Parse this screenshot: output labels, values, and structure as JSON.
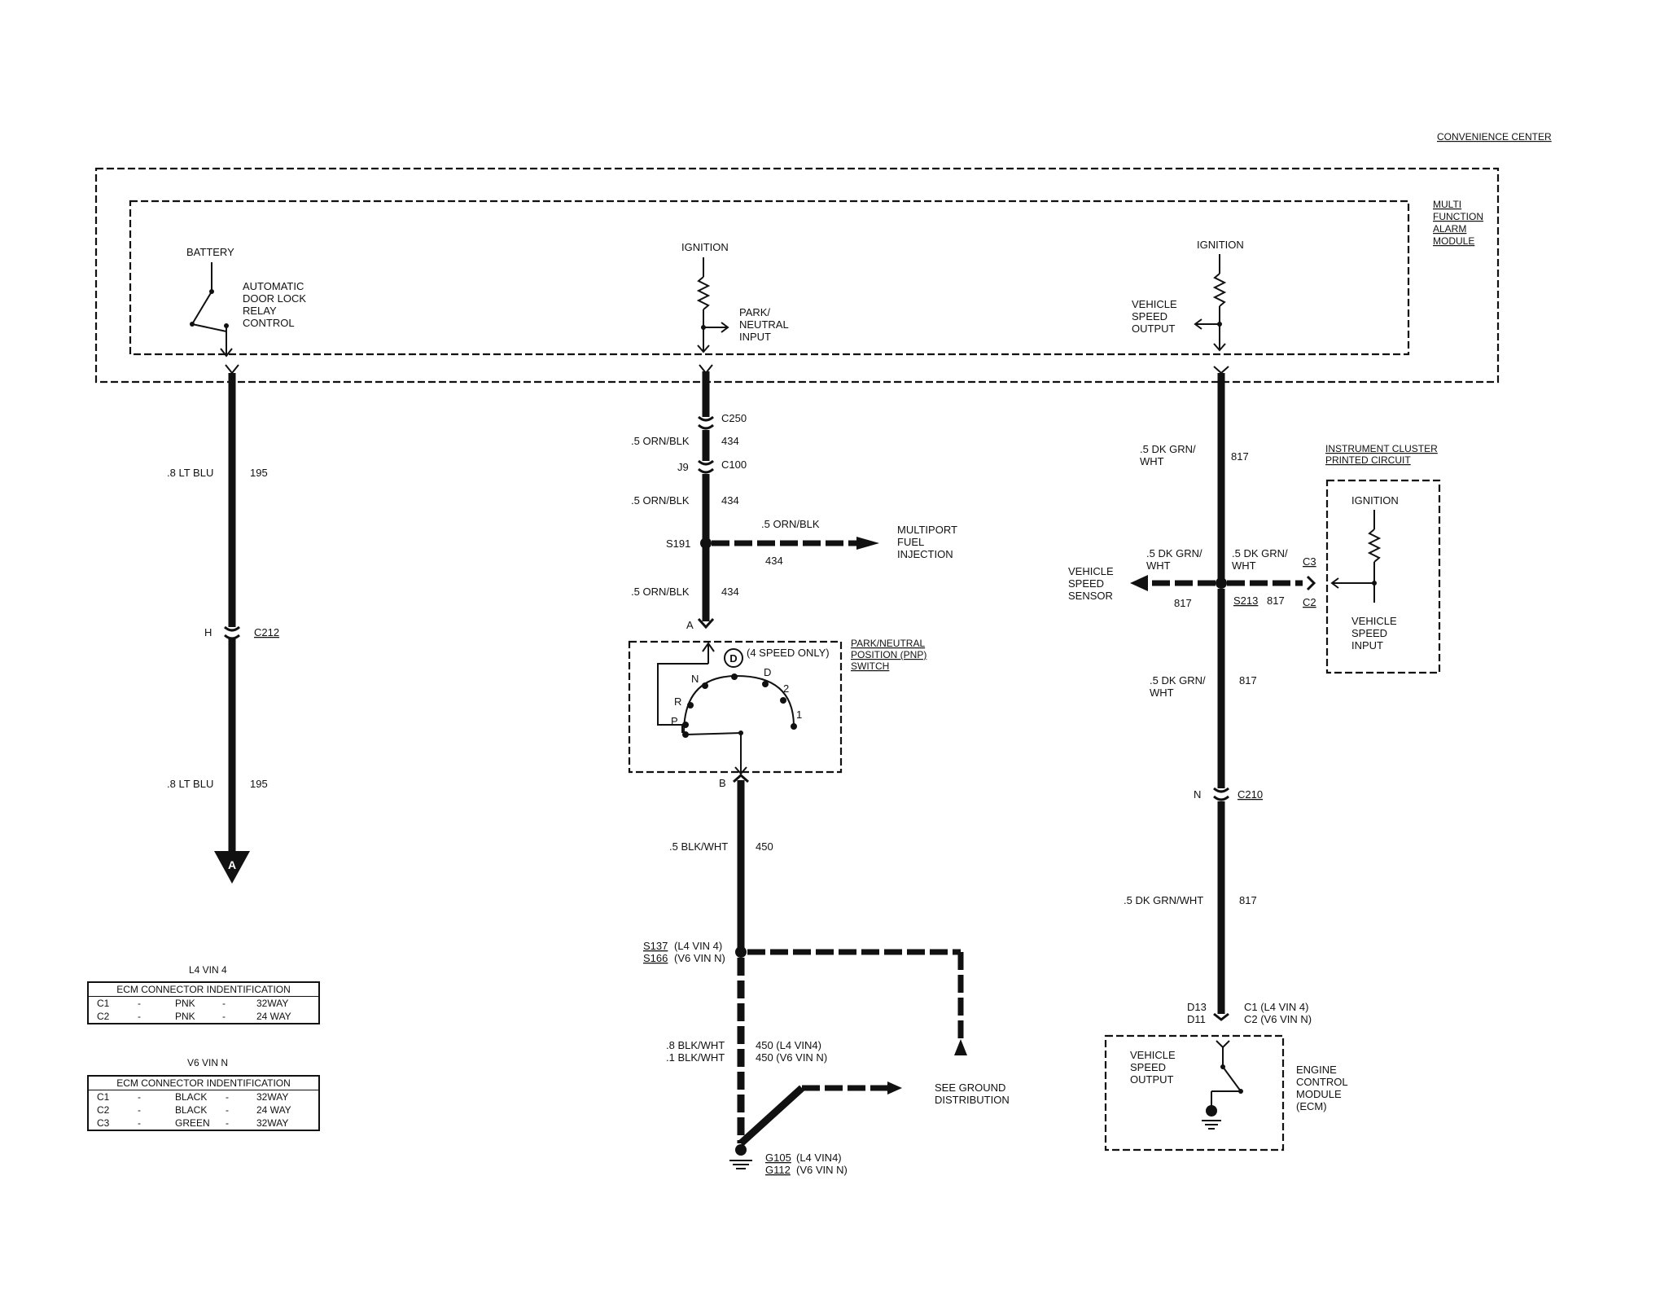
{
  "convenience_center": "CONVENIENCE CENTER",
  "mfam": "MULTI FUNCTION ALARM MODULE",
  "battery": "BATTERY",
  "adl_relay": [
    "AUTOMATIC",
    "DOOR LOCK",
    "RELAY",
    "CONTROL"
  ],
  "ignition_1": "IGNITION",
  "park_neutral_input": [
    "PARK/",
    "NEUTRAL",
    "INPUT"
  ],
  "ignition_2": "IGNITION",
  "vss_output_top": [
    "VEHICLE",
    "SPEED",
    "OUTPUT"
  ],
  "left_wire": {
    "color1": ".8 LT BLU",
    "circuit1": "195",
    "conn_pin": "H",
    "conn": "C212",
    "color2": ".8 LT BLU",
    "circuit2": "195",
    "ref": "A"
  },
  "mid_wire": {
    "c250": "C250",
    "color1": ".5 ORN/BLK",
    "circuit1": "434",
    "j9": "J9",
    "c100": "C100",
    "color2": ".5 ORN/BLK",
    "circuit2": "434",
    "s191": "S191",
    "branch_color": ".5 ORN/BLK",
    "branch_circuit": "434",
    "mfi": [
      "MULTIPORT",
      "FUEL",
      "INJECTION"
    ],
    "color3": ".5 ORN/BLK",
    "circuit3": "434",
    "pin_a": "A",
    "pnp": [
      "PARK/NEUTRAL",
      "POSITION (PNP)",
      "SWITCH"
    ],
    "d_badge": "D",
    "four_speed": "(4 SPEED ONLY)",
    "gears": [
      "N",
      "R",
      "P",
      "D",
      "2",
      "1"
    ],
    "pin_b": "B",
    "color4": ".5 BLK/WHT",
    "circuit4": "450",
    "s137": "S137",
    "s137_note": "(L4 VIN 4)",
    "s166": "S166",
    "s166_note": "(V6 VIN N)",
    "color5a": ".8 BLK/WHT",
    "color5b": ".1 BLK/WHT",
    "circuit5a": "450 (L4 VIN4)",
    "circuit5b": "450 (V6 VIN N)",
    "ground_dist": [
      "SEE GROUND",
      "DISTRIBUTION"
    ],
    "g105": "G105",
    "g105_note": "(L4 VIN4)",
    "g112": "G112",
    "g112_note": "(V6 VIN N)"
  },
  "right_wire": {
    "color1": [
      ".5 DK GRN/",
      "WHT"
    ],
    "circuit1": "817",
    "vss_sensor": [
      "VEHICLE",
      "SPEED",
      "SENSOR"
    ],
    "left_color": [
      ".5 DK GRN/",
      "WHT"
    ],
    "left_circuit": "817",
    "right_color": [
      ".5 DK GRN/",
      "WHT"
    ],
    "right_circuit": "817",
    "s213": "S213",
    "c3": "C3",
    "c2": "C2",
    "ic_title": [
      "INSTRUMENT CLUSTER",
      "PRINTED CIRCUIT"
    ],
    "ic_ignition": "IGNITION",
    "ic_vss_input": [
      "VEHICLE",
      "SPEED",
      "INPUT"
    ],
    "color2": [
      ".5 DK GRN/",
      "WHT"
    ],
    "circuit2": "817",
    "pin_n": "N",
    "c210": "C210",
    "color3": ".5 DK GRN/WHT",
    "circuit3": "817",
    "d13": "D13",
    "d11": "D11",
    "c1_note": "C1 (L4 VIN 4)",
    "c2_note": "C2 (V6 VIN N)",
    "ecm_vss_output": [
      "VEHICLE",
      "SPEED",
      "OUTPUT"
    ],
    "ecm": [
      "ENGINE",
      "CONTROL",
      "MODULE",
      "(ECM)"
    ]
  },
  "ecm_l4": {
    "title": "L4 VIN 4",
    "header": "ECM CONNECTOR INDENTIFICATION",
    "rows": [
      [
        "C1",
        "-",
        "PNK",
        "-",
        "32WAY"
      ],
      [
        "C2",
        "-",
        "PNK",
        "-",
        "24 WAY"
      ]
    ]
  },
  "ecm_v6": {
    "title": "V6 VIN N",
    "header": "ECM CONNECTOR INDENTIFICATION",
    "rows": [
      [
        "C1",
        "-",
        "BLACK",
        "-",
        "32WAY"
      ],
      [
        "C2",
        "-",
        "BLACK",
        "-",
        "24 WAY"
      ],
      [
        "C3",
        "-",
        "GREEN",
        "-",
        "32WAY"
      ]
    ]
  }
}
